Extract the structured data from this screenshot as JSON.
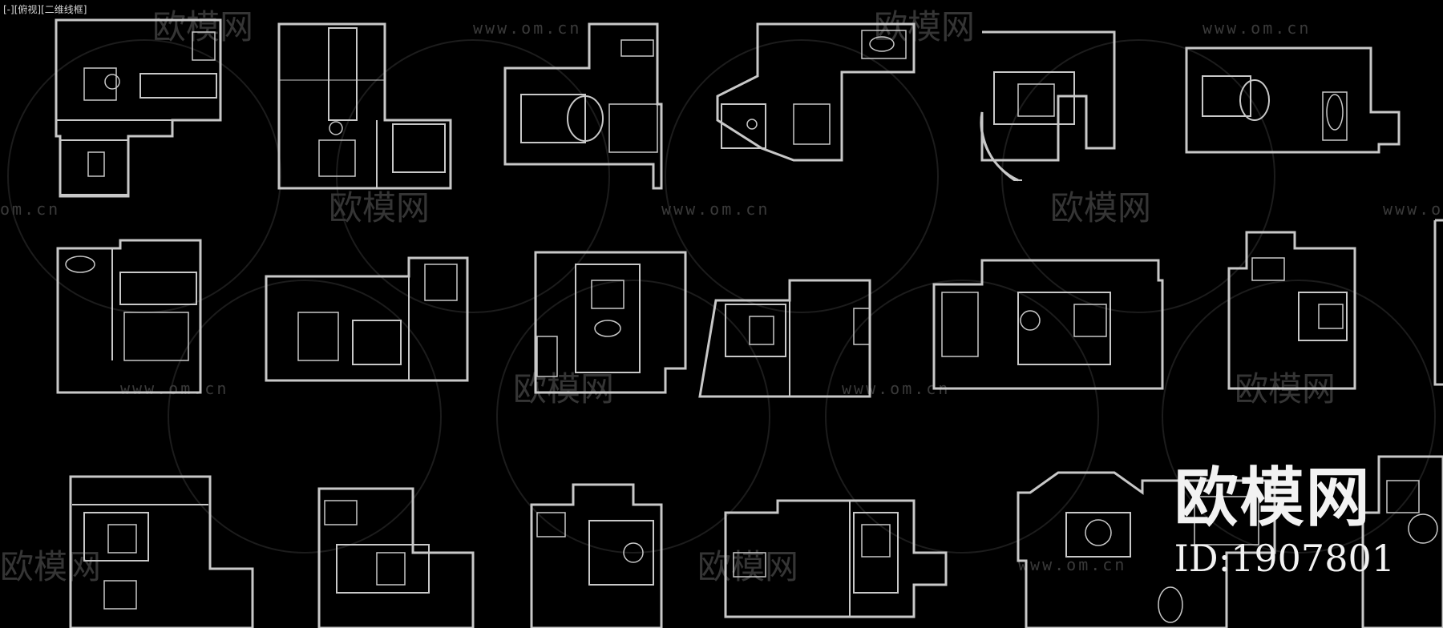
{
  "viewport": {
    "label": "[-][俯视][二维线框]"
  },
  "watermarks": {
    "url": "www.om.cn",
    "url_partial": "om.cn",
    "brand": "欧模网"
  },
  "brand": {
    "name": "欧模网",
    "id": "ID:1907801"
  },
  "colors": {
    "background": "#000000",
    "wall": "#c8c8c8",
    "watermark": "#3a3a3a",
    "brand_text": "#f2f2f2"
  }
}
